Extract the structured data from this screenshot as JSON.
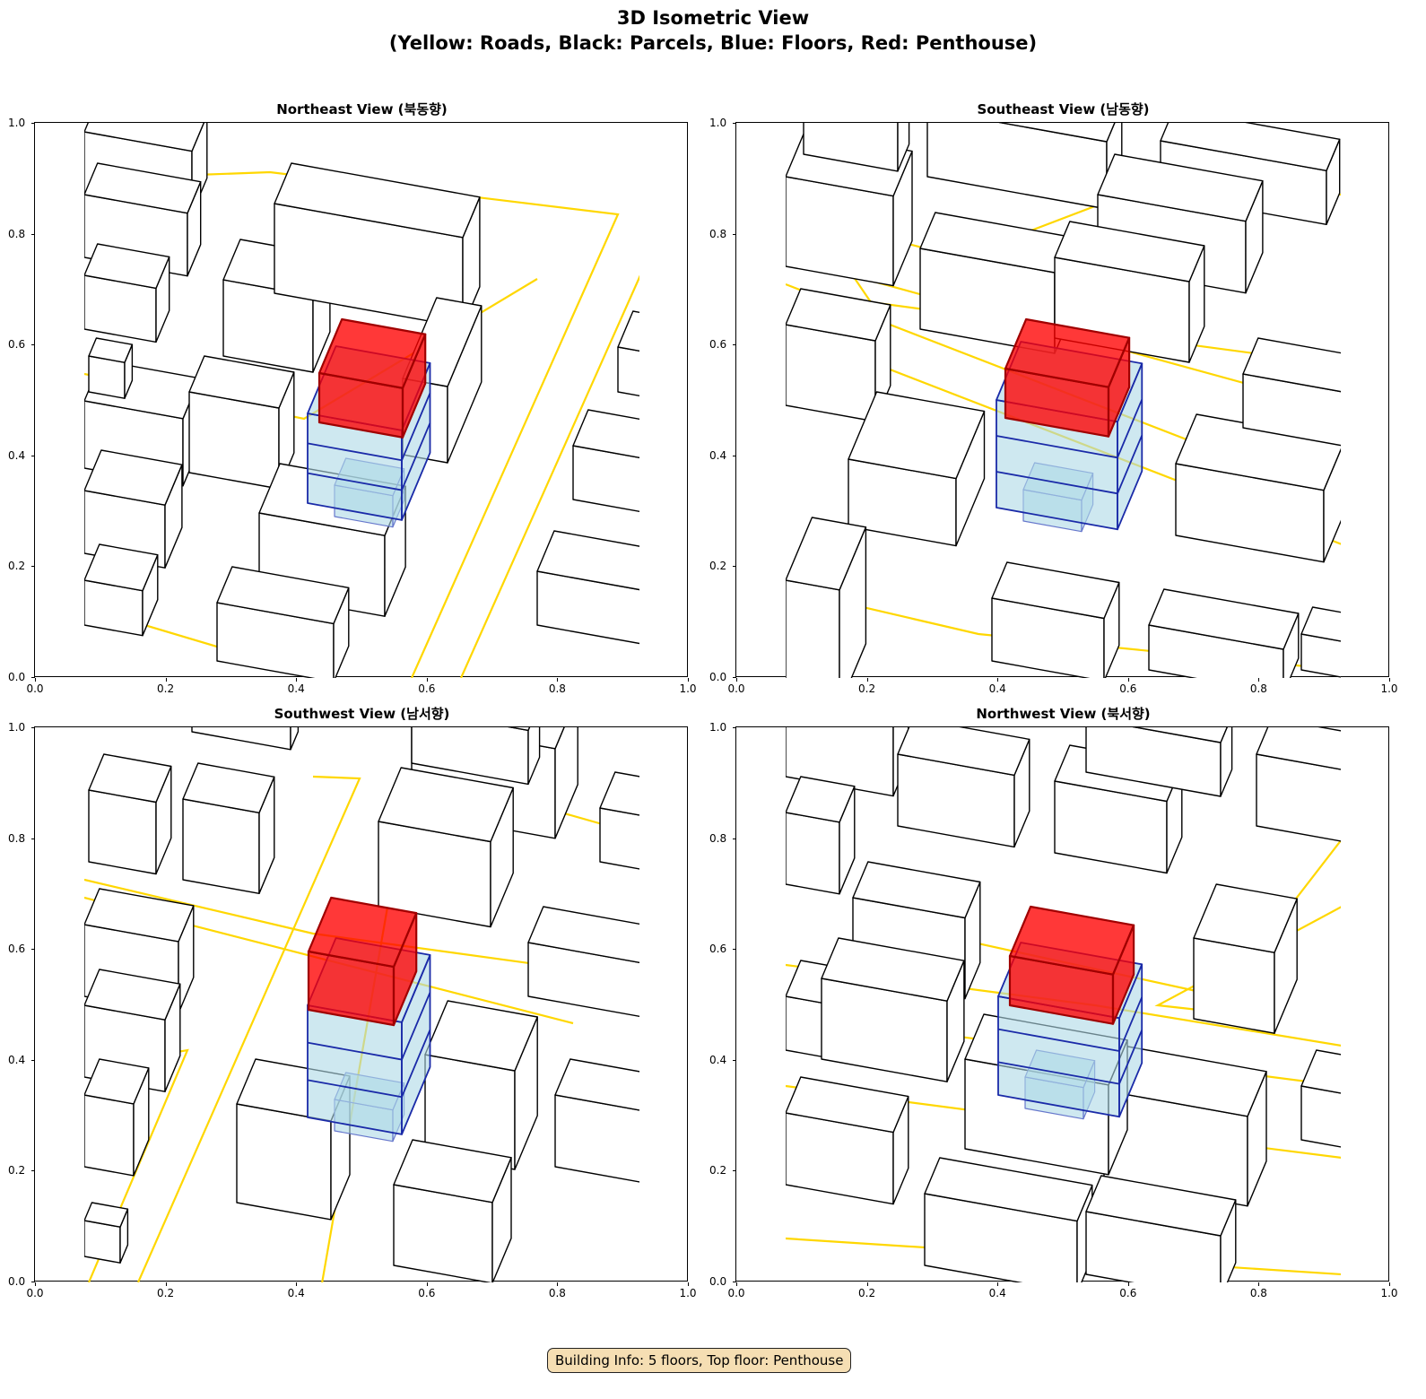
{
  "title_line1": "3D Isometric View",
  "title_line2": "(Yellow: Roads, Black: Parcels, Blue: Floors, Red: Penthouse)",
  "panels": [
    {
      "title": "Northeast View (북동향)"
    },
    {
      "title": "Southeast View (남동향)"
    },
    {
      "title": "Southwest View (남서향)"
    },
    {
      "title": "Northwest View (북서향)"
    }
  ],
  "ticks": [
    "0.0",
    "0.2",
    "0.4",
    "0.6",
    "0.8",
    "1.0"
  ],
  "info": "Building Info: 5 floors, Top floor: Penthouse",
  "colors": {
    "road": "#ffd700",
    "parcel": "#000000",
    "floor": "#add8e6",
    "floor_edge": "#1a2aa8",
    "penthouse": "#ff0000",
    "penthouse_edge": "#a00000",
    "info_bg": "#f5deb3"
  }
}
